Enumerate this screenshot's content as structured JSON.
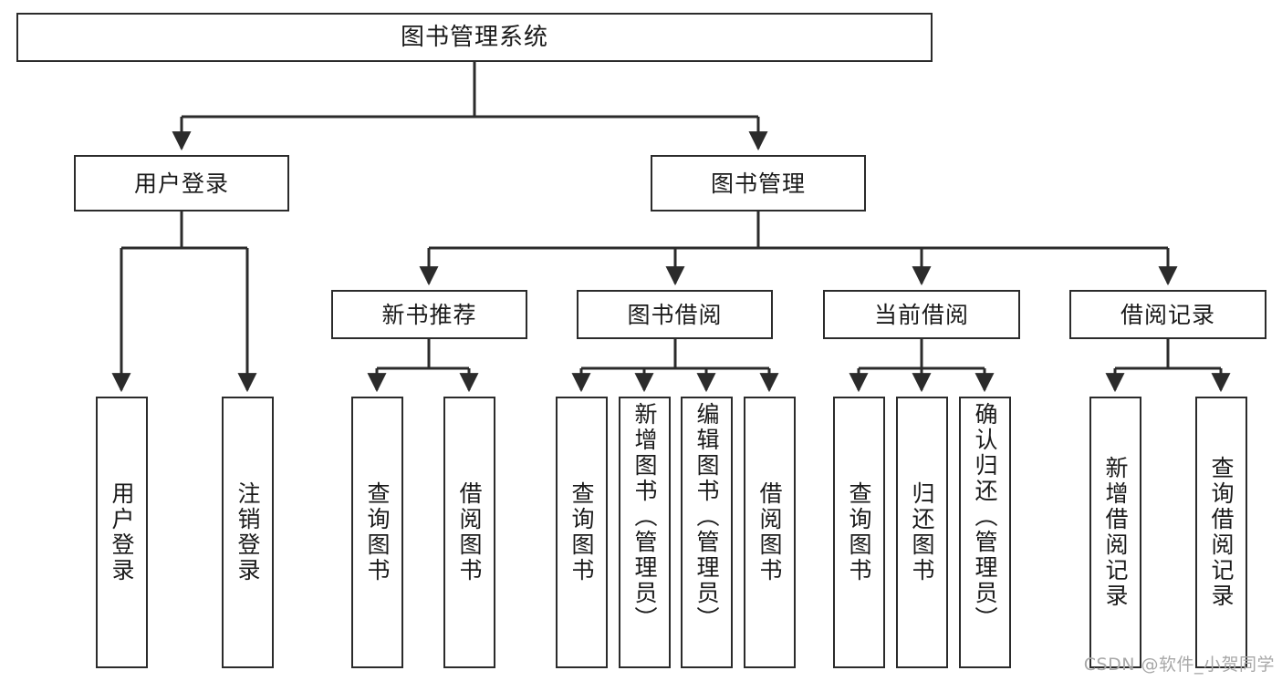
{
  "diagram": {
    "type": "tree-hierarchy",
    "title": "图书管理系统",
    "watermark": "CSDN @软件_小贺同学",
    "theme": {
      "background": "#ffffff",
      "box_border": "#2b2b2b",
      "box_fill": "#ffffff",
      "connector": "#2b2b2b",
      "text": "#1a1a1a",
      "watermark_color": "#a8a8a8"
    },
    "levels": [
      {
        "level": 1,
        "nodes": [
          {
            "id": "root",
            "label": "图书管理系统",
            "orientation": "horizontal"
          }
        ]
      },
      {
        "level": 2,
        "nodes": [
          {
            "id": "user-login",
            "label": "用户登录",
            "orientation": "horizontal",
            "parent": "root"
          },
          {
            "id": "book-manage",
            "label": "图书管理",
            "orientation": "horizontal",
            "parent": "root"
          }
        ]
      },
      {
        "level": 3,
        "nodes": [
          {
            "id": "new-book-recommend",
            "label": "新书推荐",
            "orientation": "horizontal",
            "parent": "book-manage"
          },
          {
            "id": "book-borrow",
            "label": "图书借阅",
            "orientation": "horizontal",
            "parent": "book-manage"
          },
          {
            "id": "current-borrow",
            "label": "当前借阅",
            "orientation": "horizontal",
            "parent": "book-manage"
          },
          {
            "id": "borrow-record",
            "label": "借阅记录",
            "orientation": "horizontal",
            "parent": "book-manage"
          }
        ]
      },
      {
        "level": 4,
        "nodes": [
          {
            "id": "leaf-user-login",
            "label": "用户登录",
            "orientation": "vertical",
            "parent": "user-login"
          },
          {
            "id": "leaf-user-logout",
            "label": "注销登录",
            "orientation": "vertical",
            "parent": "user-login"
          },
          {
            "id": "leaf-query-book-1",
            "label": "查询图书",
            "orientation": "vertical",
            "parent": "new-book-recommend"
          },
          {
            "id": "leaf-borrow-book-1",
            "label": "借阅图书",
            "orientation": "vertical",
            "parent": "new-book-recommend"
          },
          {
            "id": "leaf-query-book-2",
            "label": "查询图书",
            "orientation": "vertical",
            "parent": "book-borrow"
          },
          {
            "id": "leaf-add-book",
            "label": "新增图书（管理员）",
            "orientation": "vertical",
            "parent": "book-borrow"
          },
          {
            "id": "leaf-edit-book",
            "label": "编辑图书（管理员）",
            "orientation": "vertical",
            "parent": "book-borrow"
          },
          {
            "id": "leaf-borrow-book-2",
            "label": "借阅图书",
            "orientation": "vertical",
            "parent": "book-borrow"
          },
          {
            "id": "leaf-query-book-3",
            "label": "查询图书",
            "orientation": "vertical",
            "parent": "current-borrow"
          },
          {
            "id": "leaf-return-book",
            "label": "归还图书",
            "orientation": "vertical",
            "parent": "current-borrow"
          },
          {
            "id": "leaf-confirm-return",
            "label": "确认归还（管理员）",
            "orientation": "vertical",
            "parent": "current-borrow"
          },
          {
            "id": "leaf-add-record",
            "label": "新增借阅记录",
            "orientation": "vertical",
            "parent": "borrow-record"
          },
          {
            "id": "leaf-query-record",
            "label": "查询借阅记录",
            "orientation": "vertical",
            "parent": "borrow-record"
          }
        ]
      }
    ]
  }
}
